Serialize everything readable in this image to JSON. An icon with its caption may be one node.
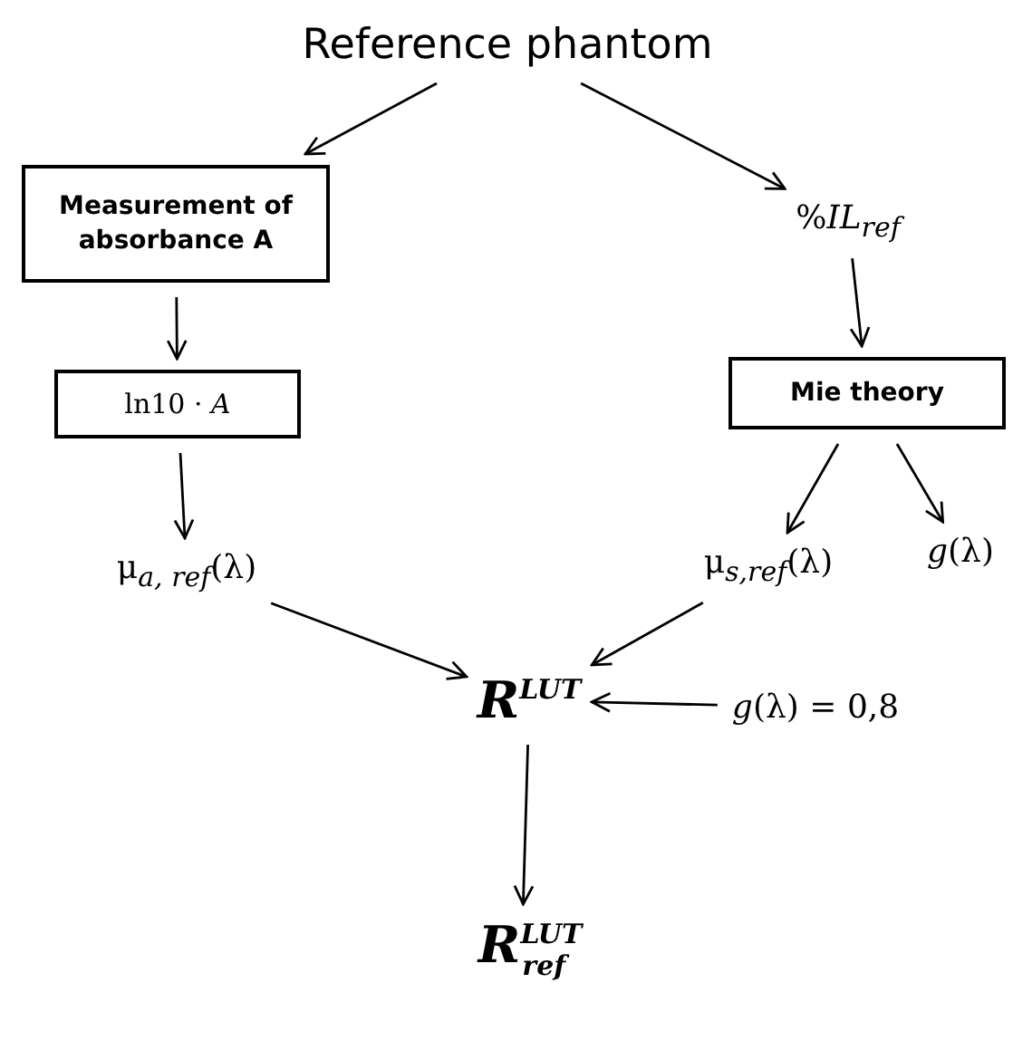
{
  "diagram": {
    "nodes": [
      {
        "text": [
          "Reference phantom"
        ]
      },
      {
        "text": [
          "Measurement of absorbance A"
        ]
      },
      {
        "text": [
          "%*IL*$_{ref}$"
        ]
      },
      {
        "text": [
          "ln10 · *A*"
        ]
      },
      {
        "text": [
          "Mie theory"
        ]
      },
      {
        "text": [
          "μ$_{a, ref}$(λ)"
        ]
      },
      {
        "text": [
          "μ$_{s,ref}$(λ)"
        ]
      },
      {
        "text": [
          "*g*(λ)"
        ]
      },
      {
        "text": [
          "R$^{LUT}$"
        ]
      },
      {
        "text": [
          "*g*(λ) = 0,8"
        ]
      },
      {
        "text": [
          "R$^{LUT}$$_{ref}$"
        ]
      }
    ],
    "edges": [
      {
        "from": 0,
        "to": 1,
        "arrow": "to"
      },
      {
        "from": 0,
        "to": 2,
        "arrow": "to"
      },
      {
        "from": 1,
        "to": 3,
        "arrow": "to"
      },
      {
        "from": 3,
        "to": 5,
        "arrow": "to"
      },
      {
        "from": 2,
        "to": 4,
        "arrow": "to"
      },
      {
        "from": 4,
        "to": 6,
        "arrow": "to"
      },
      {
        "from": 4,
        "to": 7,
        "arrow": "to"
      },
      {
        "from": 5,
        "to": 8,
        "arrow": "to"
      },
      {
        "from": 6,
        "to": 8,
        "arrow": "to"
      },
      {
        "from": 9,
        "to": 8,
        "arrow": "to"
      },
      {
        "from": 8,
        "to": 10,
        "arrow": "to"
      }
    ]
  }
}
